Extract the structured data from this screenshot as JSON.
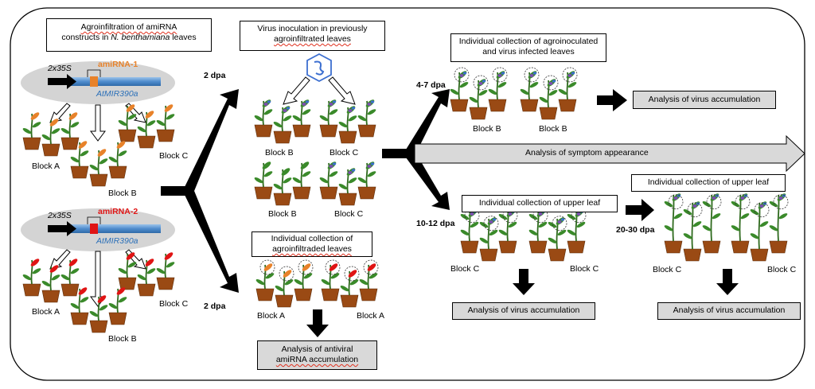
{
  "texts": {
    "agro_title_1": "Agroinfiltration of amiRNA",
    "agro_title_2a": "constructs in ",
    "agro_title_species": "N. benthamiana",
    "agro_title_2b": " leaves",
    "promoter_1": "2x35S",
    "amirna_1": "amiRNA-1",
    "mir_1": "AtMIR390a",
    "promoter_2": "2x35S",
    "amirna_2": "amiRNA-2",
    "mir_2": "AtMIR390a",
    "block_a_1": "Block A",
    "block_b_1": "Block B",
    "block_c_1": "Block C",
    "block_a_2": "Block A",
    "block_b_2": "Block B",
    "block_c_2": "Block C",
    "virus_inoc_1": "Virus inoculation in previously",
    "virus_inoc_2": "agroinfiltrated leaves",
    "dpa_2_top": "2 dpa",
    "dpa_2_bottom": "2 dpa",
    "mid_block_b_1": "Block B",
    "mid_block_c_1": "Block C",
    "mid_block_b_2": "Block B",
    "mid_block_c_2": "Block C",
    "coll_agro_1": "Individual collection of",
    "coll_agro_2": "agroinfiltraded leaves",
    "bottom_block_a_1": "Block A",
    "bottom_block_a_2": "Block A",
    "antiviral_1": "Analysis of antiviral",
    "antiviral_2": "amiRNA accumulation",
    "coll_infected_1": "Individual collection of agroinoculated",
    "coll_infected_2": "and virus infected leaves",
    "dpa_4_7": "4-7 dpa",
    "right_block_b_1": "Block B",
    "right_block_b_2": "Block B",
    "virus_acc_top": "Analysis of virus accumulation",
    "symptom": "Analysis of symptom appearance",
    "coll_upper_1": "Individual collection of upper leaf",
    "dpa_10_12": "10-12 dpa",
    "lower_block_c_1": "Block C",
    "lower_block_c_2": "Block C",
    "virus_acc_mid": "Analysis of virus accumulation",
    "coll_upper_2": "Individual collection of upper leaf",
    "dpa_20_30": "20-30 dpa",
    "far_block_c_1": "Block C",
    "far_block_c_2": "Block C",
    "virus_acc_right": "Analysis of virus accumulation"
  },
  "colors": {
    "stem": "#2f6a1e",
    "leaf": "#3a8a2a",
    "pot": "#9a4a14",
    "amirna1_orange": "#e8822a",
    "amirna2_red": "#e01414",
    "virus_purple": "#7b4fb0",
    "virus_blue": "#3c6fd0",
    "backbone_blue": "#4f8ccd",
    "gray_box": "#d9d9d9",
    "ellipse": "#d4d4d4",
    "mir_text_blue": "#2a6fb8"
  },
  "icons": [
    "virus-icon",
    "plant-icon",
    "pot-icon",
    "arrow-icon"
  ]
}
